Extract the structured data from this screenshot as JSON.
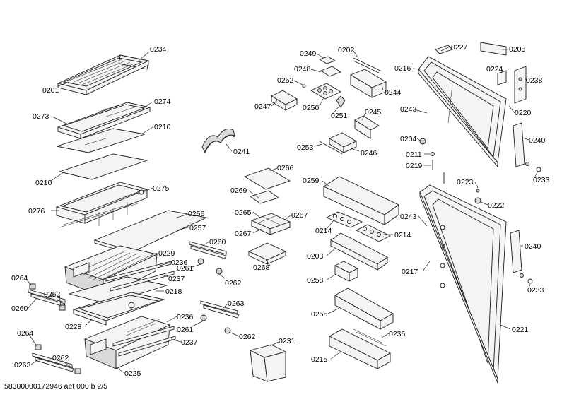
{
  "doc_code": "58300000172946 aet 000 b 2/5",
  "labels": {
    "p0234": "0234",
    "p0201": "0201",
    "p0274": "0274",
    "p0273": "0273",
    "p0210a": "0210",
    "p0210b": "0210",
    "p0275": "0275",
    "p0276": "0276",
    "p0256": "0256",
    "p0257": "0257",
    "p0260a": "0260",
    "p0229": "0229",
    "p0236a": "0236",
    "p0261a": "0261",
    "p0262a": "0262",
    "p0237a": "0237",
    "p0218": "0218",
    "p0264a": "0264",
    "p0262b": "0262",
    "p0260b": "0260",
    "p0228": "0228",
    "p0263a": "0263",
    "p0236b": "0236",
    "p0261b": "0261",
    "p0262c": "0262",
    "p0237b": "0237",
    "p0264b": "0264",
    "p0262d": "0262",
    "p0263b": "0263",
    "p0225": "0225",
    "p0231": "0231",
    "p0241": "0241",
    "p0249": "0249",
    "p0202": "0202",
    "p0248": "0248",
    "p0252": "0252",
    "p0247": "0247",
    "p0250": "0250",
    "p0251": "0251",
    "p0244": "0244",
    "p0245": "0245",
    "p0253": "0253",
    "p0246": "0246",
    "p0266": "0266",
    "p0269": "0269",
    "p0265": "0265",
    "p0267a": "0267",
    "p0267b": "0267",
    "p0268": "0268",
    "p0259": "0259",
    "p0214a": "0214",
    "p0214b": "0214",
    "p0203": "0203",
    "p0258": "0258",
    "p0255": "0255",
    "p0235": "0235",
    "p0215": "0215",
    "p0227": "0227",
    "p0205": "0205",
    "p0216": "0216",
    "p0224": "0224",
    "p0238": "0238",
    "p0243a": "0243",
    "p0220": "0220",
    "p0204": "0204",
    "p0240a": "0240",
    "p0211": "0211",
    "p0219": "0219",
    "p0233a": "0233",
    "p0223": "0223",
    "p0222": "0222",
    "p0243b": "0243",
    "p0240b": "0240",
    "p0217": "0217",
    "p0233b": "0233",
    "p0221": "0221"
  }
}
